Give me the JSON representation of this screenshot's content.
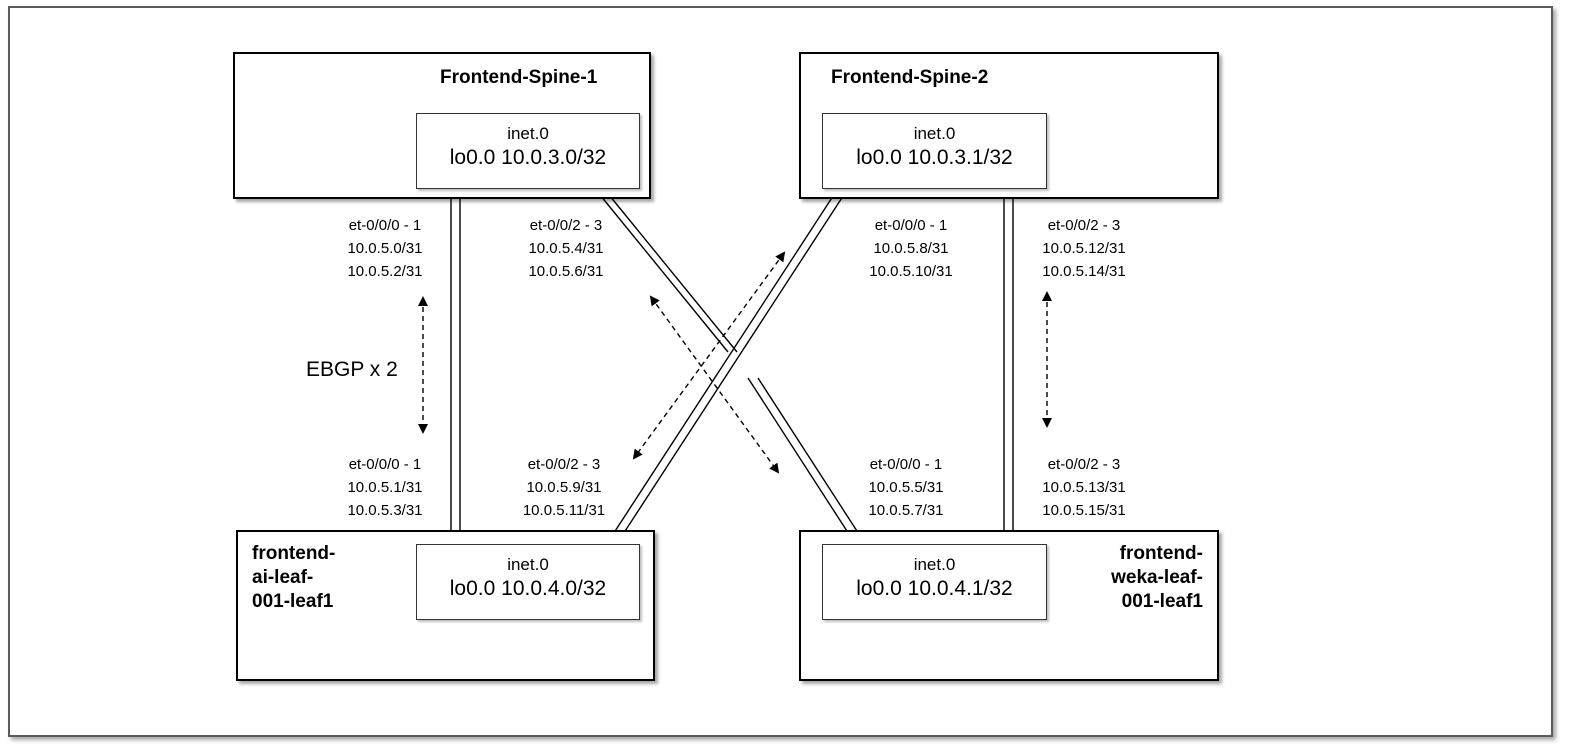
{
  "nodes": {
    "spine1": {
      "title": "Frontend-Spine-1",
      "inner_line1": "inet.0",
      "inner_line2": "lo0.0 10.0.3.0/32"
    },
    "spine2": {
      "title": "Frontend-Spine-2",
      "inner_line1": "inet.0",
      "inner_line2": "lo0.0 10.0.3.1/32"
    },
    "leaf1": {
      "title_lines": [
        "frontend-",
        "ai-leaf-",
        "001-leaf1"
      ],
      "inner_line1": "inet.0",
      "inner_line2": "lo0.0 10.0.4.0/32"
    },
    "leaf2": {
      "title_lines": [
        "frontend-",
        "weka-leaf-",
        "001-leaf1"
      ],
      "inner_line1": "inet.0",
      "inner_line2": "lo0.0 10.0.4.1/32"
    }
  },
  "labels": {
    "s1_left": [
      "et-0/0/0 - 1",
      "10.0.5.0/31",
      "10.0.5.2/31"
    ],
    "s1_right": [
      "et-0/0/2 - 3",
      "10.0.5.4/31",
      "10.0.5.6/31"
    ],
    "s2_left": [
      "et-0/0/0 - 1",
      "10.0.5.8/31",
      "10.0.5.10/31"
    ],
    "s2_right": [
      "et-0/0/2 - 3",
      "10.0.5.12/31",
      "10.0.5.14/31"
    ],
    "l1_left": [
      "et-0/0/0 - 1",
      "10.0.5.1/31",
      "10.0.5.3/31"
    ],
    "l1_right": [
      "et-0/0/2 - 3",
      "10.0.5.9/31",
      "10.0.5.11/31"
    ],
    "l2_left": [
      "et-0/0/0 - 1",
      "10.0.5.5/31",
      "10.0.5.7/31"
    ],
    "l2_right": [
      "et-0/0/2 - 3",
      "10.0.5.13/31",
      "10.0.5.15/31"
    ]
  },
  "ebgp_label": "EBGP x 2"
}
